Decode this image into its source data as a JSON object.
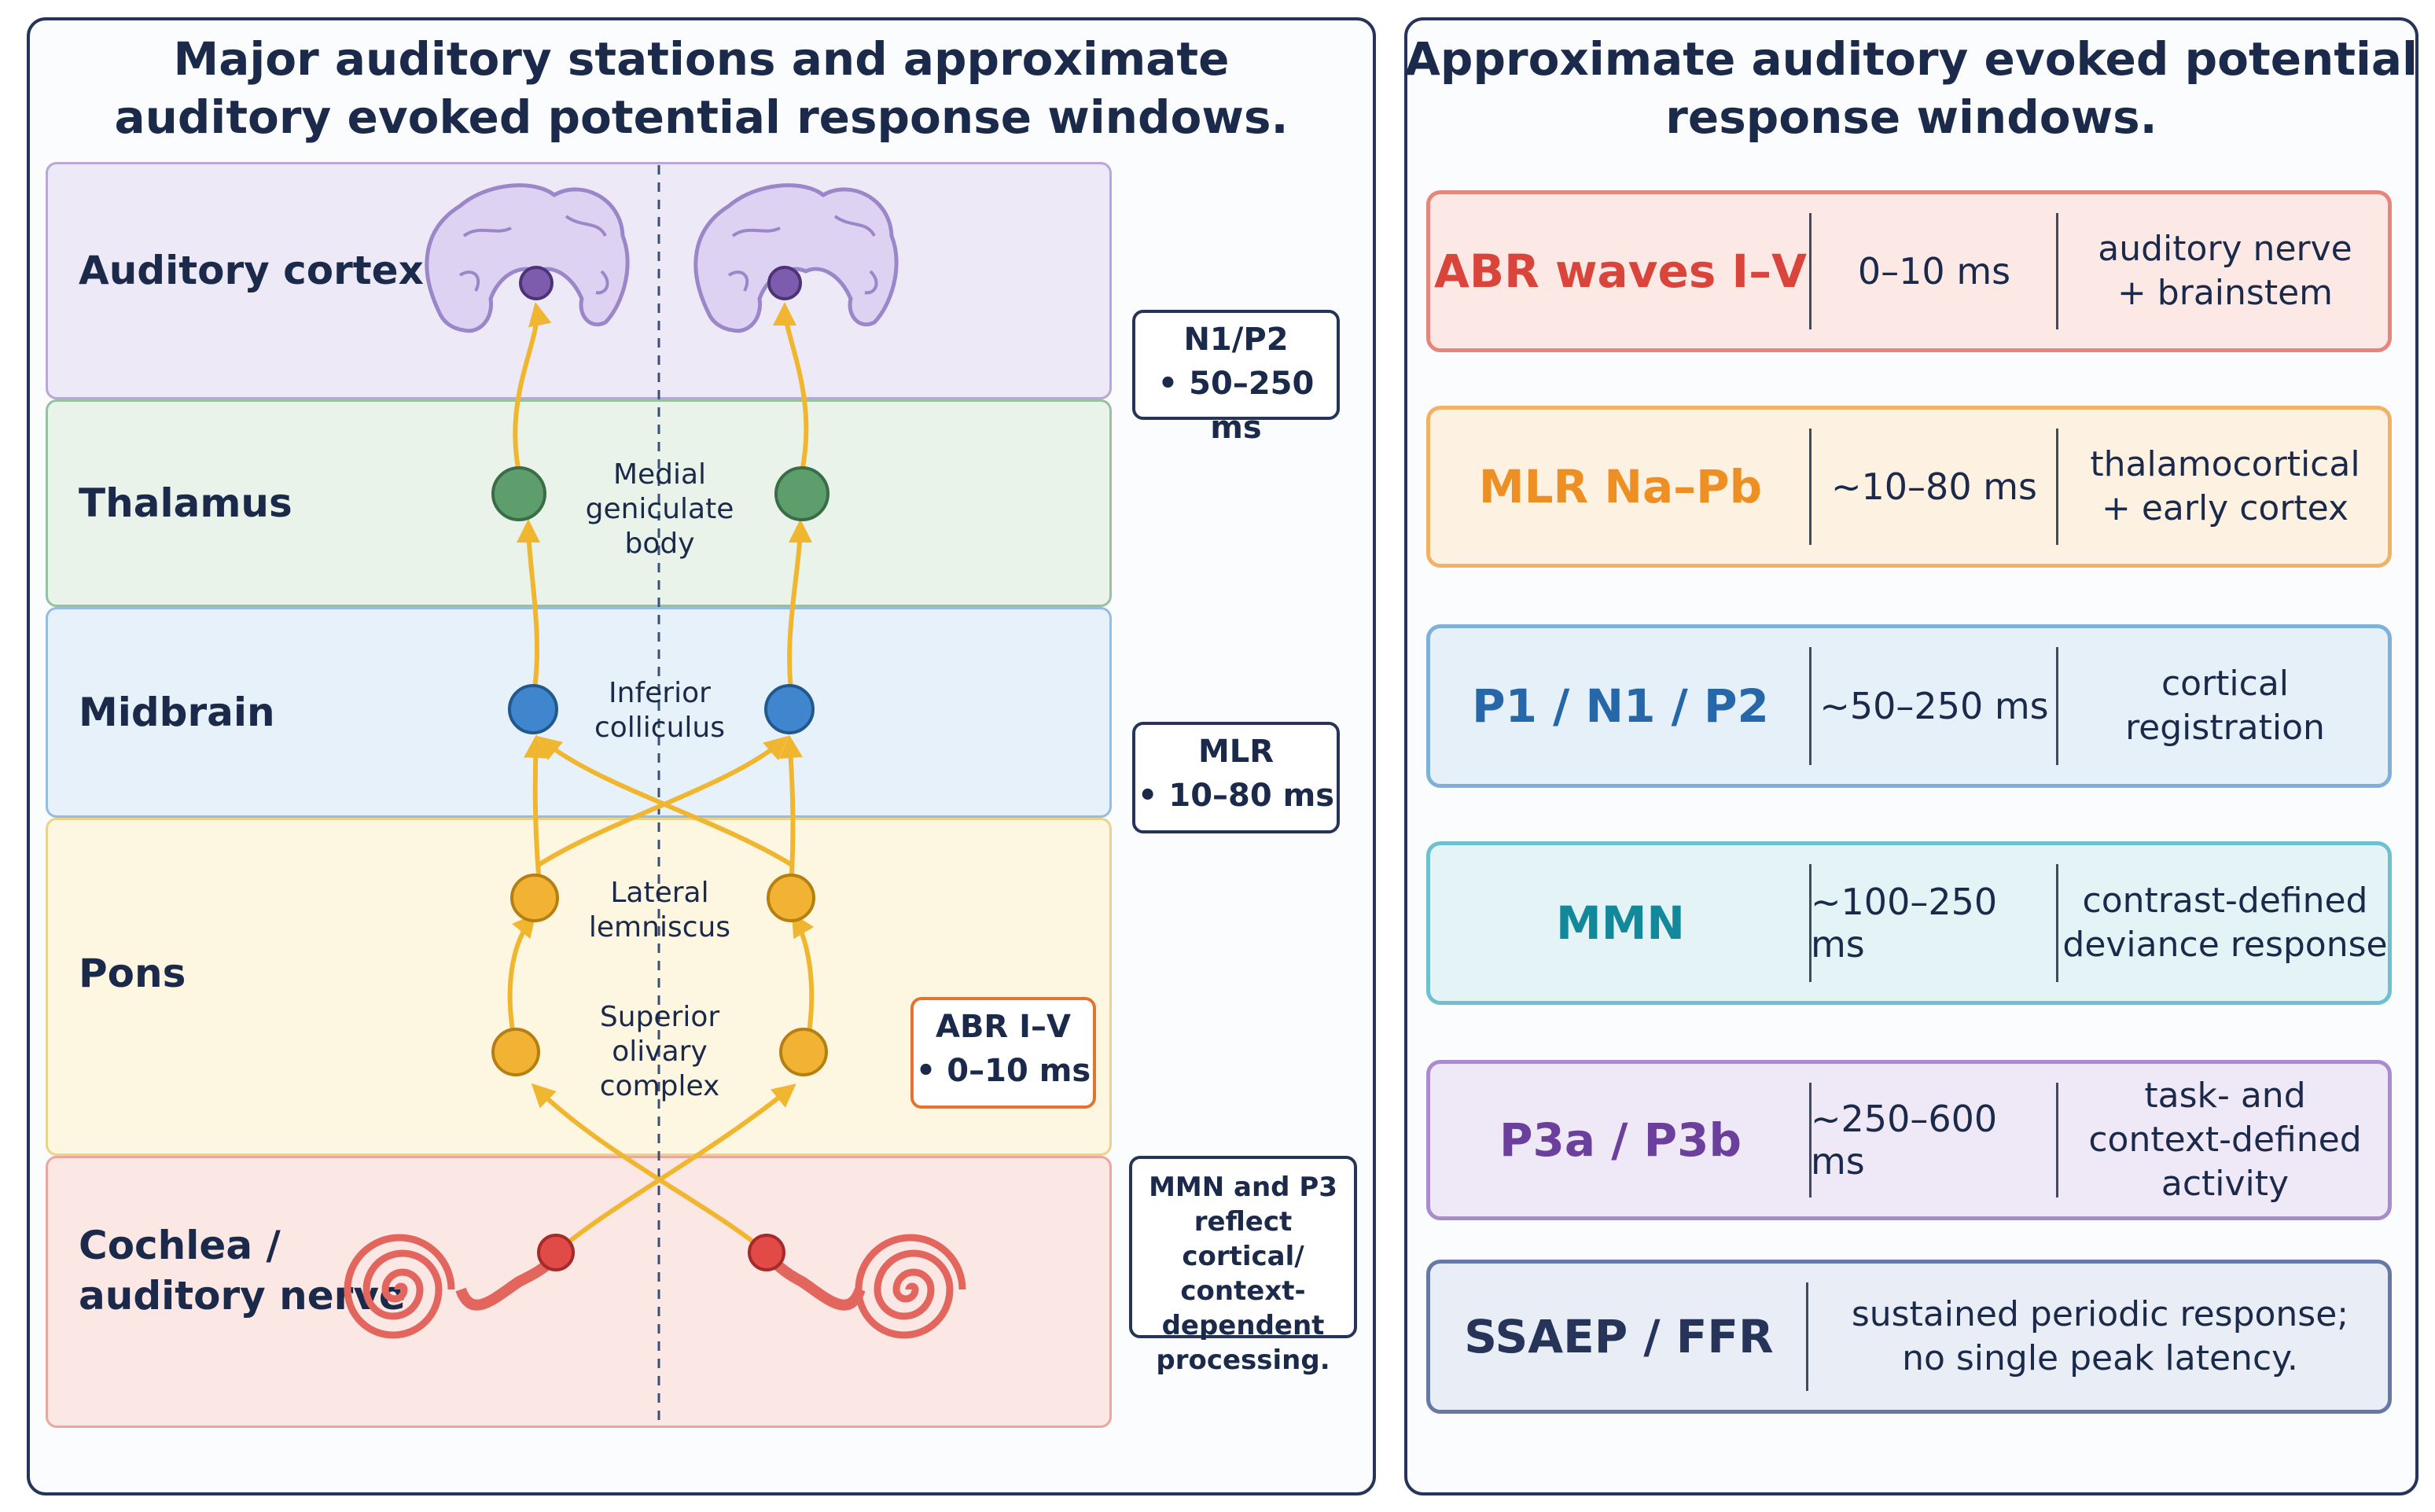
{
  "left_panel": {
    "title_line1": "Major auditory stations and approximate",
    "title_line2": "auditory evoked potential response windows.",
    "stations": [
      {
        "label": "Auditory cortex",
        "color": "#eee9f6",
        "border": "#b8a7d8"
      },
      {
        "label": "Thalamus",
        "color": "#e9f3ea",
        "border": "#96c29f"
      },
      {
        "label": "Midbrain",
        "color": "#e7f1f9",
        "border": "#94bde0"
      },
      {
        "label": "Pons",
        "color": "#fdf6e1",
        "border": "#ecd28a"
      },
      {
        "label": "Cochlea /\nauditory nerve",
        "color": "#fbe7e4",
        "border": "#eba79d"
      }
    ],
    "nuclei": {
      "mgb": "Medial\ngeniculate\nbody",
      "ic": "Inferior\ncolliculus",
      "ll": "Lateral\nlemniscus",
      "soc": "Superior\nolivary\ncomplex"
    },
    "latency_boxes": {
      "n1p2": {
        "line1": "N1/P2",
        "line2": "• 50–250 ms"
      },
      "mlr": {
        "line1": "MLR",
        "line2": "• 10–80 ms"
      },
      "abr": {
        "line1": "ABR I–V",
        "line2": "• 0–10 ms"
      },
      "note": "MMN and P3\nreflect cortical/\ncontext-dependent\nprocessing."
    },
    "colors": {
      "pathway": "#f0b630",
      "cortex_node": "#7d5cae",
      "thalamus_node": "#5d9e6c",
      "midbrain_node": "#3f86cf",
      "pons_node": "#f2b233",
      "cochlea": "#e2665d"
    }
  },
  "right_panel": {
    "title_line1": "Approximate auditory evoked potential",
    "title_line2": "response windows.",
    "windows": [
      {
        "name": "ABR waves I–V",
        "latency": "0–10 ms",
        "description": "auditory nerve\n+ brainstem",
        "color": "#d9453b",
        "bg": "#fce9e6",
        "border": "#e7847b"
      },
      {
        "name": "MLR Na–Pb",
        "latency": "~10–80 ms",
        "description": "thalamocortical\n+ early cortex",
        "color": "#ee8f23",
        "bg": "#fdf1e1",
        "border": "#f3b164"
      },
      {
        "name": "P1 / N1 / P2",
        "latency": "~50–250 ms",
        "description": "cortical\nregistration",
        "color": "#2567a8",
        "bg": "#e6f0f9",
        "border": "#7fb0dc"
      },
      {
        "name": "MMN",
        "latency": "~100–250 ms",
        "description": "contrast-defined\ndeviance response",
        "color": "#13889b",
        "bg": "#e3f3f6",
        "border": "#6cc0cf"
      },
      {
        "name": "P3a / P3b",
        "latency": "~250–600 ms",
        "description": "task- and\ncontext-defined\nactivity",
        "color": "#6b3f9c",
        "bg": "#efe8f6",
        "border": "#a98ccf"
      },
      {
        "name": "SSAEP / FFR",
        "latency": "",
        "description": "sustained periodic response;\nno single peak latency.",
        "color": "#26345a",
        "bg": "#e9eef6",
        "border": "#6679a6"
      }
    ]
  }
}
